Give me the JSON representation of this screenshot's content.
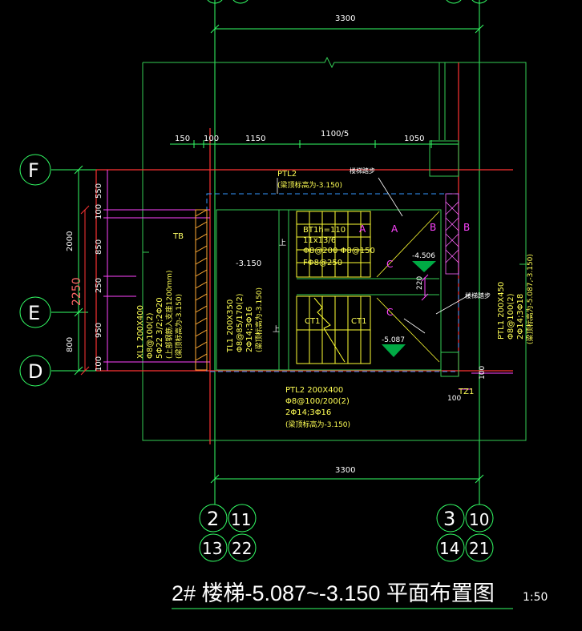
{
  "drawing": {
    "title": "2# 楼梯-5.087~-3.150 平面布置图",
    "scale": "1:50"
  },
  "grid": {
    "rows": [
      "F",
      "E",
      "D"
    ],
    "col_left_top": [
      "2",
      "11"
    ],
    "col_left_bottom": [
      "13",
      "22"
    ],
    "col_right_top": [
      "3",
      "10"
    ],
    "col_right_bottom": [
      "14",
      "21"
    ]
  },
  "dimensions": {
    "top_total": "3300",
    "bottom_total": "3300",
    "seg_150": "150",
    "seg_100": "100",
    "seg_1150": "1150",
    "seg_1100_5": "1100/5",
    "seg_1050": "1050",
    "v_550": "550",
    "v_100a": "100",
    "v_850": "850",
    "v_250": "250",
    "v_950": "950",
    "v_100b": "100",
    "v_2000": "2000",
    "v_800": "800",
    "v_2250": "2250",
    "v_220": "220",
    "v_100c": "100",
    "v_100d": "100"
  },
  "annotations": {
    "ptl2_top": "PTL2",
    "ptl2_top_note": "(梁顶标高为-3.150)",
    "stair_up_top": "楼梯踏步",
    "stair_up_right": "楼梯踏步",
    "tb": "TB",
    "level_3150": "-3.150",
    "level_4506": "-4.506",
    "level_5087": "-5.087",
    "bt1_1": "BT1h=110",
    "bt1_2": "11x13/6",
    "bt1_3": "Φ8@200 Φ8@150",
    "bt1_4": "FΦ8@250",
    "xl1_1": "XL1 200X400",
    "xl1_2": "Φ8@100(2)",
    "xl1_3": "5Φ22 3/2;2Φ20",
    "xl1_4": "(上部钢筋入支座1200mm)",
    "xl1_5": "(梁顶标高为-3.150)",
    "tl1_1": "TL1 200X350",
    "tl1_2": "Φ8@85/170(2)",
    "tl1_3": "2Φ14;3Φ16",
    "tl1_4": "(梁顶标高为-3.150)",
    "ptl2_b1": "PTL2 200X400",
    "ptl2_b2": "Φ8@100/200(2)",
    "ptl2_b3": "2Φ14;3Φ16",
    "ptl2_b4": "(梁顶标高为-3.150)",
    "ptl1_1": "PTL1 200X450",
    "ptl1_2": "Φ8@100(2)",
    "ptl1_3": "2Φ14;3Φ18",
    "ptl1_4": "(梁顶标高为-5.087,-3.150)",
    "ct1a": "CT1",
    "ct1b": "CT1",
    "tz1": "TZ1",
    "sec_a1": "A",
    "sec_a2": "A",
    "sec_b1": "B",
    "sec_b2": "B",
    "sec_c1": "C",
    "sec_c2": "C",
    "up1": "上",
    "up2": "上"
  },
  "colors": {
    "background": "#000000",
    "grid_axis": "#33ff66",
    "wall": "#33cc55",
    "red_axis": "#ff3333",
    "magenta": "#ff44ff",
    "yellow": "#ffff33",
    "cyan_dash": "#3399ff",
    "level_marker": "#00aa44"
  }
}
